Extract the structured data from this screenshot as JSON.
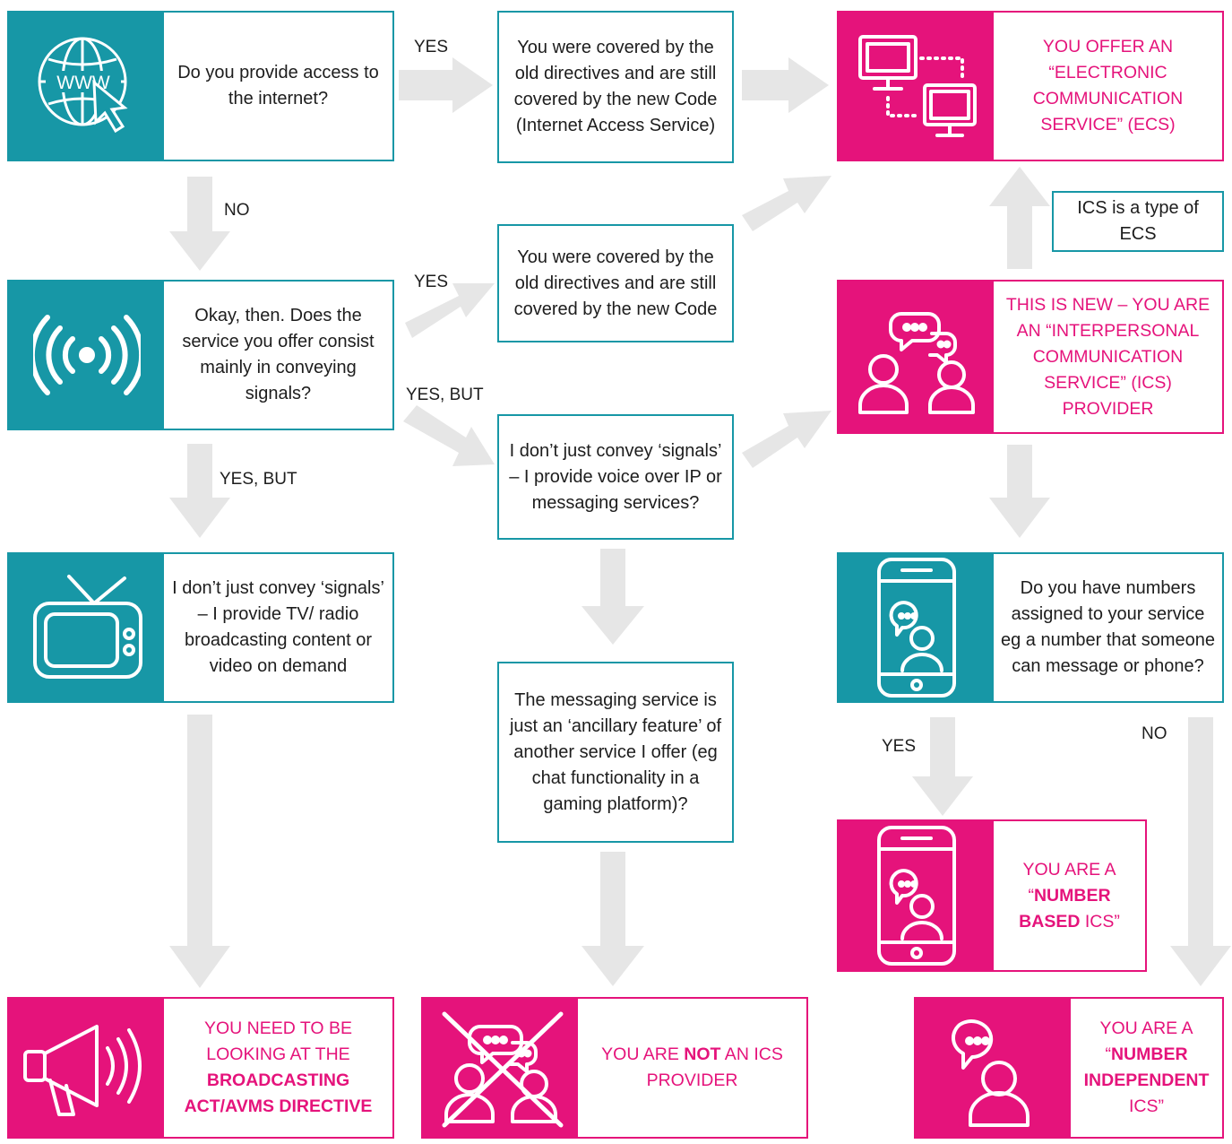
{
  "colors": {
    "teal": "#1797a6",
    "pink": "#e5137b",
    "arrow": "#e6e6e6"
  },
  "q_internet": {
    "icon": "globe-www-cursor-icon",
    "text": "Do you provide access to the internet?",
    "www": "WWW"
  },
  "q_signals": {
    "icon": "broadcast-signal-icon",
    "text": "Okay, then. Does the service you offer consist mainly in conveying signals?"
  },
  "q_tv": {
    "icon": "tv-icon",
    "text": "I don’t just convey ‘signals’ – I provide TV/ radio broadcasting content or video on demand"
  },
  "box_covered_ias": "You were covered by the old directives and are still covered by the new Code (Internet Access Service)",
  "box_covered": "You were covered by the old directives and are still covered by the new Code",
  "box_voip": "I don’t just convey ‘signals’ – I provide voice over IP or messaging services?",
  "box_ancillary": "The messaging service is just an ‘ancillary feature’ of another service I offer (eg chat functionality in a gaming platform)?",
  "note_ics_ecs": "ICS is a type of ECS",
  "ecs": {
    "icon": "computer-network-icon",
    "text": "YOU OFFER AN “ELECTRONIC COMMUNICATION SERVICE” (ECS)"
  },
  "ics": {
    "icon": "people-chat-icon",
    "text": "THIS IS NEW – YOU ARE AN “INTERPERSONAL COMMUNICATION SERVICE” (ICS) PROVIDER"
  },
  "q_numbers": {
    "icon": "phone-chat-icon",
    "text": "Do you have numbers assigned to your service eg a number that someone can message or phone?"
  },
  "number_based": {
    "icon": "phone-chat-icon",
    "pre": "YOU ARE A “",
    "bold": "NUMBER BASED",
    "post": " ICS”"
  },
  "broadcasting": {
    "icon": "megaphone-icon",
    "pre": "YOU NEED TO BE LOOKING AT THE ",
    "bold": "BROADCASTING ACT/AVMS DIRECTIVE",
    "post": ""
  },
  "not_ics": {
    "icon": "crossed-people-chat-icon",
    "pre": "YOU ARE ",
    "bold": "NOT",
    "post": " AN ICS PROVIDER"
  },
  "number_independent": {
    "icon": "person-chat-icon",
    "pre": "YOU ARE A “",
    "bold": "NUMBER INDEPENDENT",
    "post": " ICS”"
  },
  "labels": {
    "yes1": "YES",
    "no1": "NO",
    "yes2": "YES",
    "yes_but1": "YES, BUT",
    "yes_but2": "YES, BUT",
    "yes3": "YES",
    "no2": "NO"
  }
}
